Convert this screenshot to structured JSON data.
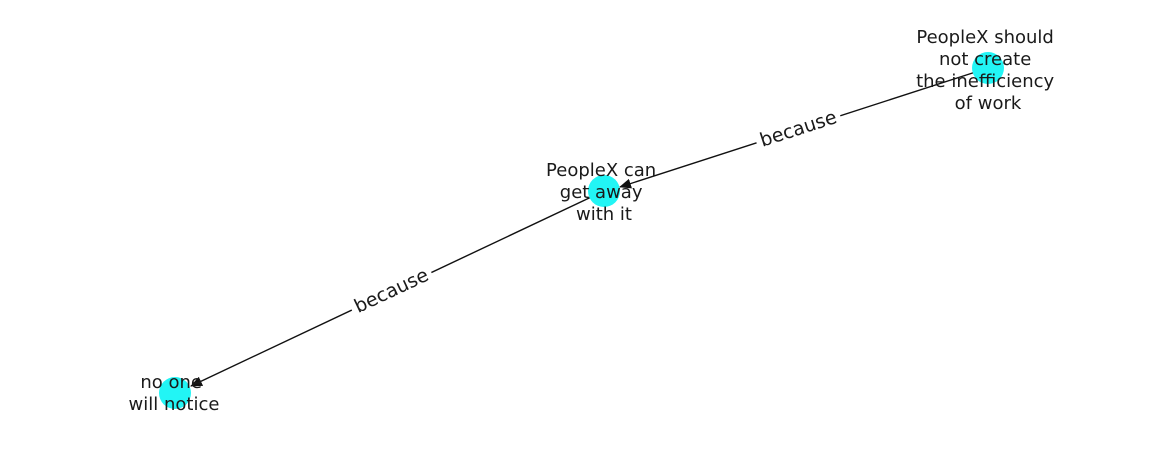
{
  "diagram": {
    "node_color": "#22f5f5",
    "edge_color": "#111111",
    "nodes": [
      {
        "id": "n1",
        "lines": [
          "PeopleX should",
          "not create",
          "the inefficiency",
          "of work"
        ]
      },
      {
        "id": "n2",
        "lines": [
          "PeopleX can",
          "get away",
          "with it"
        ]
      },
      {
        "id": "n3",
        "lines": [
          "no one",
          "will notice"
        ]
      }
    ],
    "edges": [
      {
        "from": "n1",
        "to": "n2",
        "label": "because"
      },
      {
        "from": "n2",
        "to": "n3",
        "label": "because"
      }
    ]
  }
}
